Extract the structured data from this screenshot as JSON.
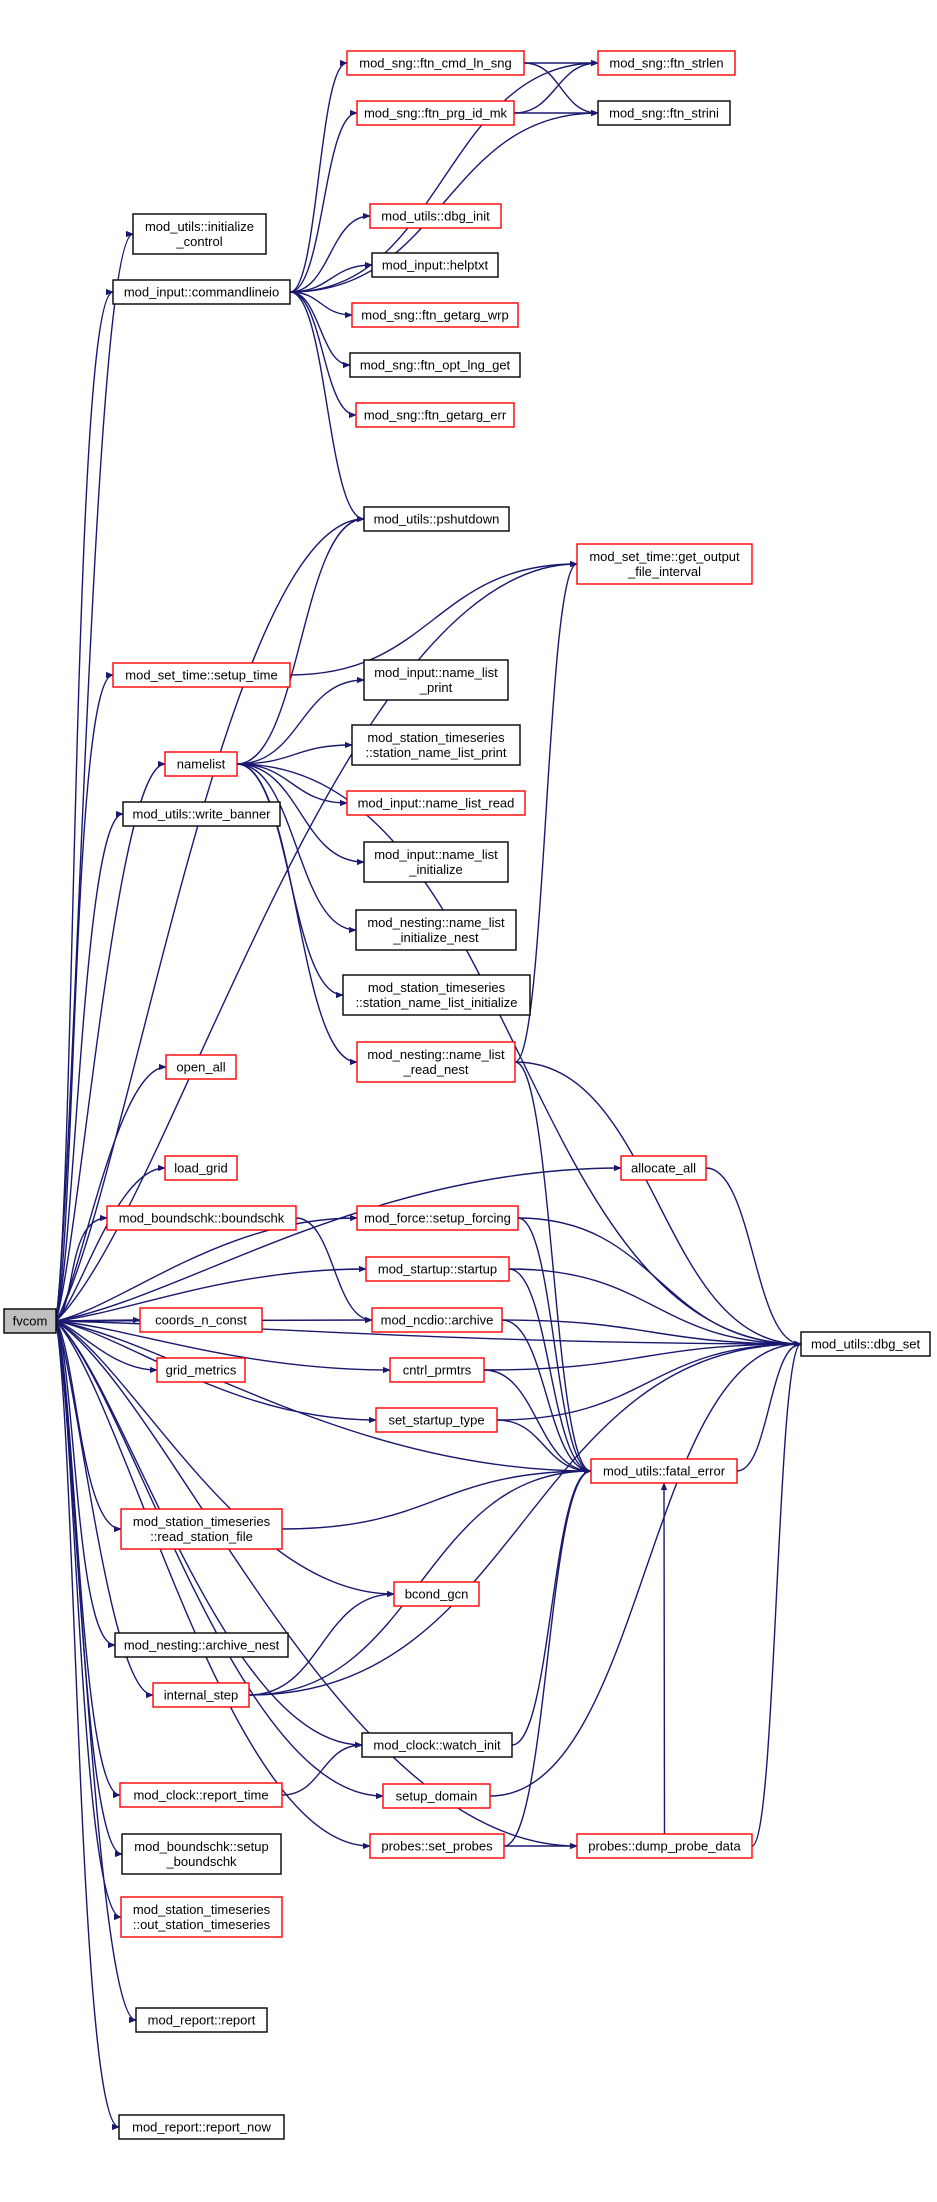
{
  "nodes": [
    {
      "id": "fvcom",
      "lines": [
        "fvcom"
      ],
      "border": "root"
    },
    {
      "id": "utils_init_ctrl",
      "lines": [
        "mod_utils::initialize",
        "_control"
      ],
      "border": "black"
    },
    {
      "id": "input_cmdline",
      "lines": [
        "mod_input::commandlineio"
      ],
      "border": "black"
    },
    {
      "id": "sng_cmd_ln",
      "lines": [
        "mod_sng::ftn_cmd_ln_sng"
      ],
      "border": "red"
    },
    {
      "id": "sng_strlen",
      "lines": [
        "mod_sng::ftn_strlen"
      ],
      "border": "red"
    },
    {
      "id": "sng_prg_id",
      "lines": [
        "mod_sng::ftn_prg_id_mk"
      ],
      "border": "red"
    },
    {
      "id": "sng_strini",
      "lines": [
        "mod_sng::ftn_strini"
      ],
      "border": "black"
    },
    {
      "id": "utils_dbg_init",
      "lines": [
        "mod_utils::dbg_init"
      ],
      "border": "red"
    },
    {
      "id": "input_helptxt",
      "lines": [
        "mod_input::helptxt"
      ],
      "border": "black"
    },
    {
      "id": "sng_getarg_wrp",
      "lines": [
        "mod_sng::ftn_getarg_wrp"
      ],
      "border": "red"
    },
    {
      "id": "sng_opt_lng",
      "lines": [
        "mod_sng::ftn_opt_lng_get"
      ],
      "border": "black"
    },
    {
      "id": "sng_getarg_err",
      "lines": [
        "mod_sng::ftn_getarg_err"
      ],
      "border": "red"
    },
    {
      "id": "utils_pshutdown",
      "lines": [
        "mod_utils::pshutdown"
      ],
      "border": "black"
    },
    {
      "id": "settime_get_output",
      "lines": [
        "mod_set_time::get_output",
        "_file_interval"
      ],
      "border": "red"
    },
    {
      "id": "settime_setup",
      "lines": [
        "mod_set_time::setup_time"
      ],
      "border": "red"
    },
    {
      "id": "input_nl_print",
      "lines": [
        "mod_input::name_list",
        "_print"
      ],
      "border": "black"
    },
    {
      "id": "namelist",
      "lines": [
        "namelist"
      ],
      "border": "red"
    },
    {
      "id": "sts_nl_print",
      "lines": [
        "mod_station_timeseries",
        "::station_name_list_print"
      ],
      "border": "black"
    },
    {
      "id": "utils_write_banner",
      "lines": [
        "mod_utils::write_banner"
      ],
      "border": "black"
    },
    {
      "id": "input_nl_read",
      "lines": [
        "mod_input::name_list_read"
      ],
      "border": "red"
    },
    {
      "id": "input_nl_init",
      "lines": [
        "mod_input::name_list",
        "_initialize"
      ],
      "border": "black"
    },
    {
      "id": "nest_nl_init",
      "lines": [
        "mod_nesting::name_list",
        "_initialize_nest"
      ],
      "border": "black"
    },
    {
      "id": "sts_nl_init",
      "lines": [
        "mod_station_timeseries",
        "::station_name_list_initialize"
      ],
      "border": "black"
    },
    {
      "id": "nest_nl_read",
      "lines": [
        "mod_nesting::name_list",
        "_read_nest"
      ],
      "border": "red"
    },
    {
      "id": "open_all",
      "lines": [
        "open_all"
      ],
      "border": "red"
    },
    {
      "id": "load_grid",
      "lines": [
        "load_grid"
      ],
      "border": "red"
    },
    {
      "id": "allocate_all",
      "lines": [
        "allocate_all"
      ],
      "border": "red"
    },
    {
      "id": "boundschk",
      "lines": [
        "mod_boundschk::boundschk"
      ],
      "border": "red"
    },
    {
      "id": "force_setup",
      "lines": [
        "mod_force::setup_forcing"
      ],
      "border": "red"
    },
    {
      "id": "startup",
      "lines": [
        "mod_startup::startup"
      ],
      "border": "red"
    },
    {
      "id": "ncdio_archive",
      "lines": [
        "mod_ncdio::archive"
      ],
      "border": "red"
    },
    {
      "id": "coords",
      "lines": [
        "coords_n_const"
      ],
      "border": "red"
    },
    {
      "id": "utils_dbg_set",
      "lines": [
        "mod_utils::dbg_set"
      ],
      "border": "black"
    },
    {
      "id": "cntrl_prmtrs",
      "lines": [
        "cntrl_prmtrs"
      ],
      "border": "red"
    },
    {
      "id": "grid_metrics",
      "lines": [
        "grid_metrics"
      ],
      "border": "red"
    },
    {
      "id": "set_startup_type",
      "lines": [
        "set_startup_type"
      ],
      "border": "red"
    },
    {
      "id": "utils_fatal",
      "lines": [
        "mod_utils::fatal_error"
      ],
      "border": "red"
    },
    {
      "id": "sts_read",
      "lines": [
        "mod_station_timeseries",
        "::read_station_file"
      ],
      "border": "red"
    },
    {
      "id": "bcond_gcn",
      "lines": [
        "bcond_gcn"
      ],
      "border": "red"
    },
    {
      "id": "nest_archive",
      "lines": [
        "mod_nesting::archive_nest"
      ],
      "border": "black"
    },
    {
      "id": "internal_step",
      "lines": [
        "internal_step"
      ],
      "border": "red"
    },
    {
      "id": "clock_watch",
      "lines": [
        "mod_clock::watch_init"
      ],
      "border": "black"
    },
    {
      "id": "clock_report",
      "lines": [
        "mod_clock::report_time"
      ],
      "border": "red"
    },
    {
      "id": "setup_domain",
      "lines": [
        "setup_domain"
      ],
      "border": "red"
    },
    {
      "id": "probes_set",
      "lines": [
        "probes::set_probes"
      ],
      "border": "red"
    },
    {
      "id": "probes_dump",
      "lines": [
        "probes::dump_probe_data"
      ],
      "border": "red"
    },
    {
      "id": "boundschk_setup",
      "lines": [
        "mod_boundschk::setup",
        "_boundschk"
      ],
      "border": "black"
    },
    {
      "id": "sts_out",
      "lines": [
        "mod_station_timeseries",
        "::out_station_timeseries"
      ],
      "border": "red"
    },
    {
      "id": "report",
      "lines": [
        "mod_report::report"
      ],
      "border": "black"
    },
    {
      "id": "report_now",
      "lines": [
        "mod_report::report_now"
      ],
      "border": "black"
    }
  ],
  "edges": [
    [
      "fvcom",
      "utils_init_ctrl"
    ],
    [
      "fvcom",
      "input_cmdline"
    ],
    [
      "fvcom",
      "utils_pshutdown"
    ],
    [
      "fvcom",
      "settime_get_output"
    ],
    [
      "fvcom",
      "settime_setup"
    ],
    [
      "fvcom",
      "namelist"
    ],
    [
      "fvcom",
      "utils_write_banner"
    ],
    [
      "fvcom",
      "open_all"
    ],
    [
      "fvcom",
      "load_grid"
    ],
    [
      "fvcom",
      "allocate_all"
    ],
    [
      "fvcom",
      "boundschk"
    ],
    [
      "fvcom",
      "force_setup"
    ],
    [
      "fvcom",
      "startup"
    ],
    [
      "fvcom",
      "ncdio_archive"
    ],
    [
      "fvcom",
      "coords"
    ],
    [
      "fvcom",
      "utils_dbg_set"
    ],
    [
      "fvcom",
      "cntrl_prmtrs"
    ],
    [
      "fvcom",
      "grid_metrics"
    ],
    [
      "fvcom",
      "set_startup_type"
    ],
    [
      "fvcom",
      "utils_fatal"
    ],
    [
      "fvcom",
      "sts_read"
    ],
    [
      "fvcom",
      "bcond_gcn"
    ],
    [
      "fvcom",
      "nest_archive"
    ],
    [
      "fvcom",
      "internal_step"
    ],
    [
      "fvcom",
      "clock_watch"
    ],
    [
      "fvcom",
      "clock_report"
    ],
    [
      "fvcom",
      "setup_domain"
    ],
    [
      "fvcom",
      "probes_set"
    ],
    [
      "fvcom",
      "probes_dump"
    ],
    [
      "fvcom",
      "boundschk_setup"
    ],
    [
      "fvcom",
      "sts_out"
    ],
    [
      "fvcom",
      "report"
    ],
    [
      "fvcom",
      "report_now"
    ],
    [
      "input_cmdline",
      "sng_cmd_ln"
    ],
    [
      "input_cmdline",
      "sng_strlen"
    ],
    [
      "input_cmdline",
      "sng_prg_id"
    ],
    [
      "input_cmdline",
      "sng_strini"
    ],
    [
      "input_cmdline",
      "utils_dbg_init"
    ],
    [
      "input_cmdline",
      "input_helptxt"
    ],
    [
      "input_cmdline",
      "sng_getarg_wrp"
    ],
    [
      "input_cmdline",
      "sng_opt_lng"
    ],
    [
      "input_cmdline",
      "sng_getarg_err"
    ],
    [
      "input_cmdline",
      "utils_pshutdown"
    ],
    [
      "sng_cmd_ln",
      "sng_strlen"
    ],
    [
      "sng_cmd_ln",
      "sng_strini"
    ],
    [
      "sng_prg_id",
      "sng_strlen"
    ],
    [
      "sng_prg_id",
      "sng_strini"
    ],
    [
      "settime_setup",
      "settime_get_output"
    ],
    [
      "namelist",
      "utils_pshutdown"
    ],
    [
      "namelist",
      "input_nl_print"
    ],
    [
      "namelist",
      "sts_nl_print"
    ],
    [
      "namelist",
      "input_nl_read"
    ],
    [
      "namelist",
      "input_nl_init"
    ],
    [
      "namelist",
      "nest_nl_init"
    ],
    [
      "namelist",
      "sts_nl_init"
    ],
    [
      "namelist",
      "nest_nl_read"
    ],
    [
      "namelist",
      "utils_dbg_set"
    ],
    [
      "nest_nl_read",
      "settime_get_output"
    ],
    [
      "nest_nl_read",
      "utils_dbg_set"
    ],
    [
      "nest_nl_read",
      "utils_fatal"
    ],
    [
      "allocate_all",
      "utils_dbg_set"
    ],
    [
      "boundschk",
      "ncdio_archive"
    ],
    [
      "force_setup",
      "utils_dbg_set"
    ],
    [
      "force_setup",
      "utils_fatal"
    ],
    [
      "startup",
      "utils_dbg_set"
    ],
    [
      "startup",
      "utils_fatal"
    ],
    [
      "ncdio_archive",
      "utils_dbg_set"
    ],
    [
      "ncdio_archive",
      "utils_fatal"
    ],
    [
      "cntrl_prmtrs",
      "utils_dbg_set"
    ],
    [
      "cntrl_prmtrs",
      "utils_fatal"
    ],
    [
      "set_startup_type",
      "utils_dbg_set"
    ],
    [
      "set_startup_type",
      "utils_fatal"
    ],
    [
      "utils_fatal",
      "utils_dbg_set"
    ],
    [
      "sts_read",
      "utils_fatal"
    ],
    [
      "internal_step",
      "bcond_gcn"
    ],
    [
      "internal_step",
      "utils_fatal"
    ],
    [
      "internal_step",
      "utils_dbg_set"
    ],
    [
      "clock_watch",
      "utils_fatal"
    ],
    [
      "clock_report",
      "clock_watch"
    ],
    [
      "setup_domain",
      "utils_dbg_set"
    ],
    [
      "probes_set",
      "probes_dump"
    ],
    [
      "probes_set",
      "utils_fatal"
    ],
    [
      "probes_dump",
      "utils_dbg_set"
    ],
    [
      "probes_dump",
      "utils_fatal"
    ]
  ]
}
